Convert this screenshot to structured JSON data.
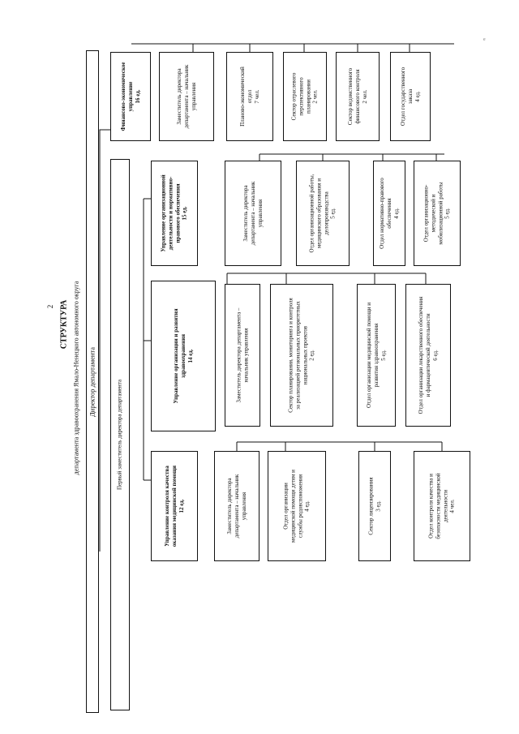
{
  "page_number": "2",
  "corner_mark": "е",
  "title": "СТРУКТУРА",
  "subtitle": "департамента здравоохранения Ямало-Ненецкого автономного округа",
  "director": "Директор департамента",
  "first_deputy": "Первый заместитель директора департамента",
  "finance": {
    "label": "Финансово-экономическое\nуправление\n16 ед.",
    "children": [
      "Заместитель директора\nдепартамента – начальник\nуправления",
      "Планово-экономический\nотдел\n7 чел.",
      "Сектор отраслевого\nперспективного\nпланирования\n2 чел.",
      "Сектор ведомственного\nфинансового контроля\n2 чел.",
      "Отдел государственного\nзаказа\n4 ед."
    ]
  },
  "legal": {
    "label": "Управление организационной\nдеятельности и нормативно-\nправового обеспечения\n15 ед.",
    "children": [
      "Заместитель директора\nдепартамента – начальник\nуправления",
      "Отдел организационной работы,\nмедицинского образования и\nделопроизводства\n5 ед.",
      "Отдел нормативно-правового\nобеспечения\n4 ед.",
      "Отдел организационно-\nметодической и\nмобилизационной работы\n5 ед."
    ]
  },
  "development": {
    "label": "Управление организации и развития\nздравоохранения\n14 ед.",
    "children": [
      "Заместитель директора департамента –\nначальник управления",
      "Сектор планирования, мониторинга и контроля\nза реализацией региональных приоритетных\nнациональных проектов\n2 ед.",
      "Отдел организации медицинской помощи и\nразвития здравоохранения\n5 ед.",
      "Отдел организации лекарственного обеспечения\nи фармацевтической деятельности\n6 ед."
    ]
  },
  "quality": {
    "label": "Управление контроля качества\nоказания медицинской помощи\n12 ед.",
    "children": [
      "Заместитель директора\nдепартамента – начальник\nуправления",
      "Отдел организации\nмедицинской помощи детям и\nслужбы родовспоможения\n4 ед.",
      "Сектор лицензирования\n3 ед.",
      "Отдел контроля качества и\nбезопасности медицинской\nдеятельности\n4 чел."
    ]
  }
}
